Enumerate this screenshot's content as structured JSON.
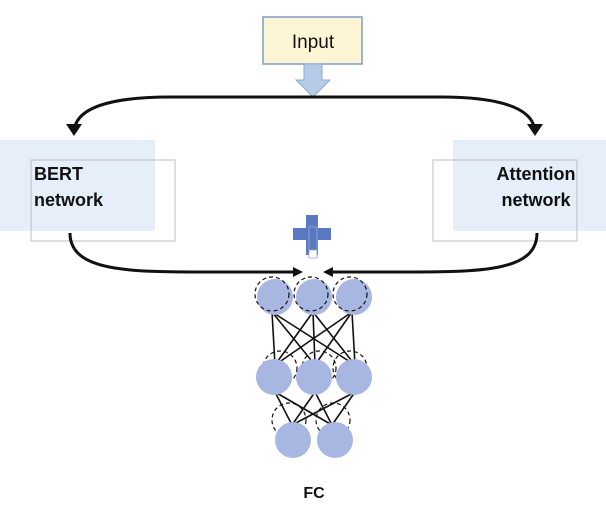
{
  "input_box": {
    "label": "Input"
  },
  "left_branch": {
    "line1": "BERT",
    "line2": "network"
  },
  "right_branch": {
    "line1": "Attention",
    "line2": "network"
  },
  "fc_label": "FC",
  "colors": {
    "input_fill": "#fdf5d6",
    "input_border": "#7f9dc6",
    "panel_fill": "#e6eef9",
    "panel_border": "#bfbfbf",
    "neuron_fill": "#a8b6e2",
    "plus_fill": "#5b79c2",
    "arrow_fill": "#b7cbe8",
    "line": "#111111"
  },
  "fc_network": {
    "layers": [
      3,
      3,
      2
    ]
  }
}
